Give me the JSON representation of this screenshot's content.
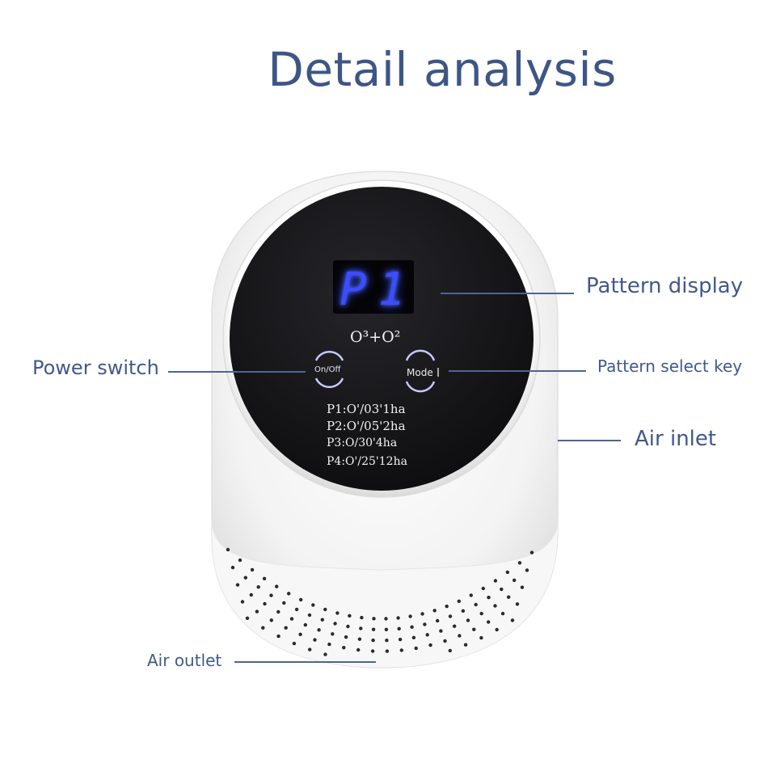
{
  "title": "Detail analysis",
  "labels": {
    "pattern_display": "Pattern display",
    "power_switch": "Power switch",
    "pattern_select_key": "Pattern select key",
    "air_inlet": "Air inlet",
    "air_outlet": "Air outlet"
  },
  "panel": {
    "display": "P1",
    "gas": "O³+O²",
    "on_off": "On/Off",
    "mode": "Mode",
    "patterns": [
      "P1:O'/03'1ha",
      "P2:O'/05'2ha",
      "P3:O/30'4ha",
      "P4:O'/25'12ha"
    ]
  },
  "colors": {
    "accent": "#3d5686",
    "display": "#3b4dff",
    "panel": "#141416",
    "body": "#f4f4f4"
  }
}
